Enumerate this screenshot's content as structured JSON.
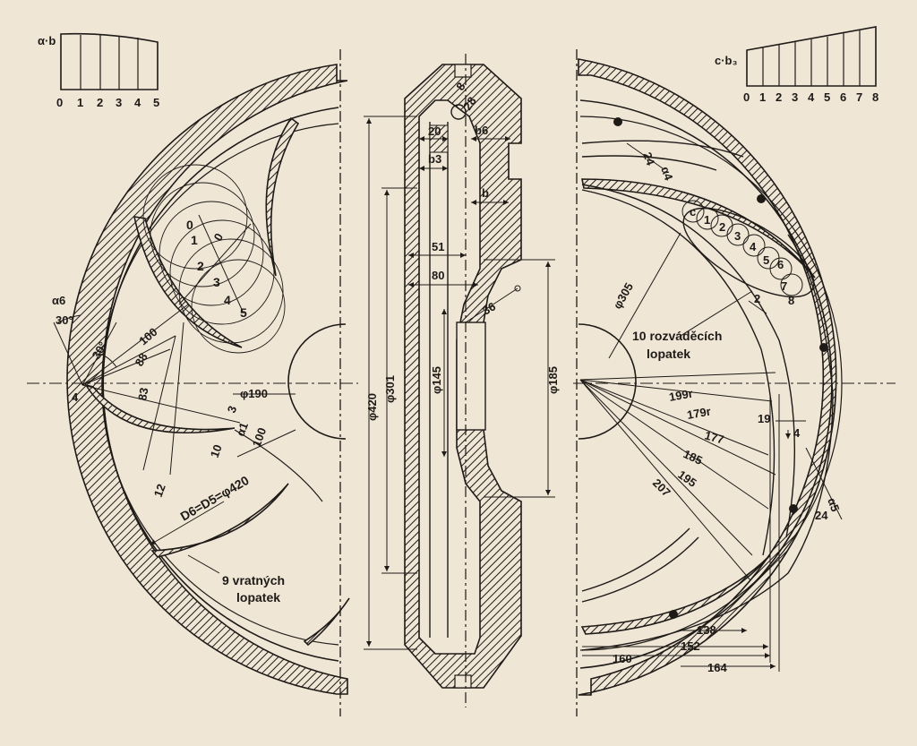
{
  "left_scale": {
    "label": "α·b",
    "ticks": [
      "0",
      "1",
      "2",
      "3",
      "4",
      "5"
    ]
  },
  "right_scale": {
    "label": "c·b₃",
    "ticks": [
      "0",
      "1",
      "2",
      "3",
      "4",
      "5",
      "6",
      "7",
      "8"
    ]
  },
  "left_view": {
    "vane_indices": [
      "0",
      "1",
      "2",
      "3",
      "4",
      "5"
    ],
    "angle_alpha6": "α6",
    "angle_30a": "30°",
    "angle_30b": "30°",
    "dim_100": "100",
    "dim_88": "88",
    "dim_83": "83",
    "dim_12": "12",
    "dim_10": "10",
    "dim_100b": "100",
    "diam_190": "φ190",
    "angle_alpha1": "α1",
    "marker_4": "4",
    "marker_3": "3",
    "d_equation": "D6=D5=φ420",
    "return_vanes_line1": "9 vratných",
    "return_vanes_line2": "lopatek"
  },
  "section": {
    "dim_8": "8",
    "dim_28": "28",
    "dim_20": "20",
    "dim_b6": "b6",
    "dim_b3": "b3",
    "dim_b": "b",
    "dim_51": "51",
    "dim_80": "80",
    "dim_36": "36",
    "diam_145": "φ145",
    "diam_185": "φ185",
    "diam_301": "φ301",
    "diam_420": "φ420"
  },
  "right_view": {
    "angle_alpha4": "α4",
    "dim_24": "24",
    "diam_305": "φ305",
    "marker_c": "c",
    "circle_numbers": [
      "1",
      "2",
      "3",
      "4",
      "5",
      "6",
      "7",
      "8"
    ],
    "dim_2": "2",
    "diffuser_line1": "10 rozváděcích",
    "diffuser_line2": "lopatek",
    "dim_199r": "199r",
    "dim_179r": "179r",
    "dim_177": "177",
    "dim_185": "185",
    "dim_195": "195",
    "dim_207": "207",
    "dim_19": "19",
    "dim_4": "4",
    "angle_alpha5": "α5",
    "dim_24b": "24",
    "dim_138": "138",
    "dim_152": "152",
    "dim_160": "160",
    "dim_164": "164"
  },
  "colors": {
    "paper": "#efe6d6",
    "ink": "#1e1a17"
  }
}
